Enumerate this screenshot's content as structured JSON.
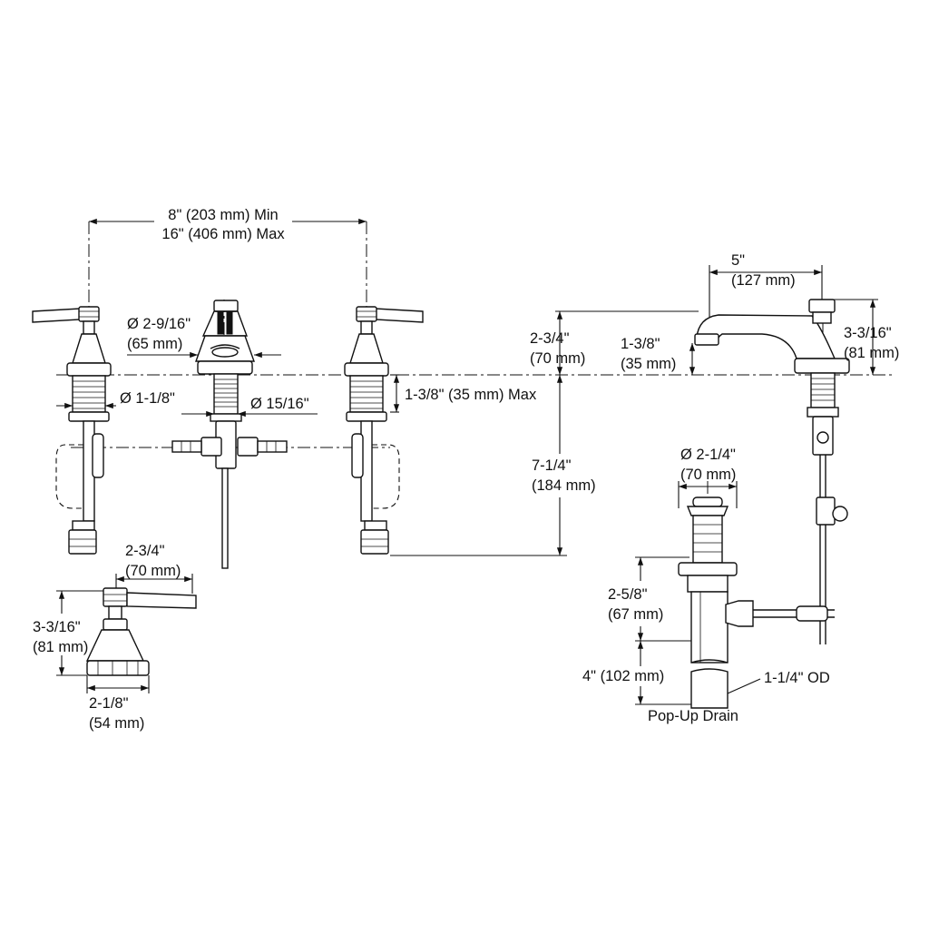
{
  "dimensions": {
    "spread_min": "8\" (203 mm) Min",
    "spread_max": "16\" (406 mm) Max",
    "spout_base_dia": "Ø 2-9/16\"",
    "spout_base_dia_mm": "(65 mm)",
    "shank_dia": "Ø 1-1/8\"",
    "spout_shank_dia": "Ø 15/16\"",
    "deck_max": "1-3/8\" (35 mm) Max",
    "spout_height": "2-3/4\"",
    "spout_height_mm": "(70 mm)",
    "aerator_height": "1-3/8\"",
    "aerator_height_mm": "(35 mm)",
    "below_deck": "7-1/4\"",
    "below_deck_mm": "(184 mm)",
    "spout_reach": "5\"",
    "spout_reach_mm": "(127 mm)",
    "side_height": "3-3/16\"",
    "side_height_mm": "(81 mm)",
    "drain_dia": "Ø 2-1/4\"",
    "drain_dia_mm": "(70 mm)",
    "drain_body": "2-5/8\"",
    "drain_body_mm": "(67 mm)",
    "tailpiece_len": "4\" (102 mm)",
    "tailpiece_od": "1-1/4\" OD",
    "drain_label": "Pop-Up Drain",
    "handle_reach": "2-3/4\"",
    "handle_reach_mm": "(70 mm)",
    "handle_height": "3-3/16\"",
    "handle_height_mm": "(81 mm)",
    "handle_base": "2-1/8\"",
    "handle_base_mm": "(54 mm)"
  }
}
